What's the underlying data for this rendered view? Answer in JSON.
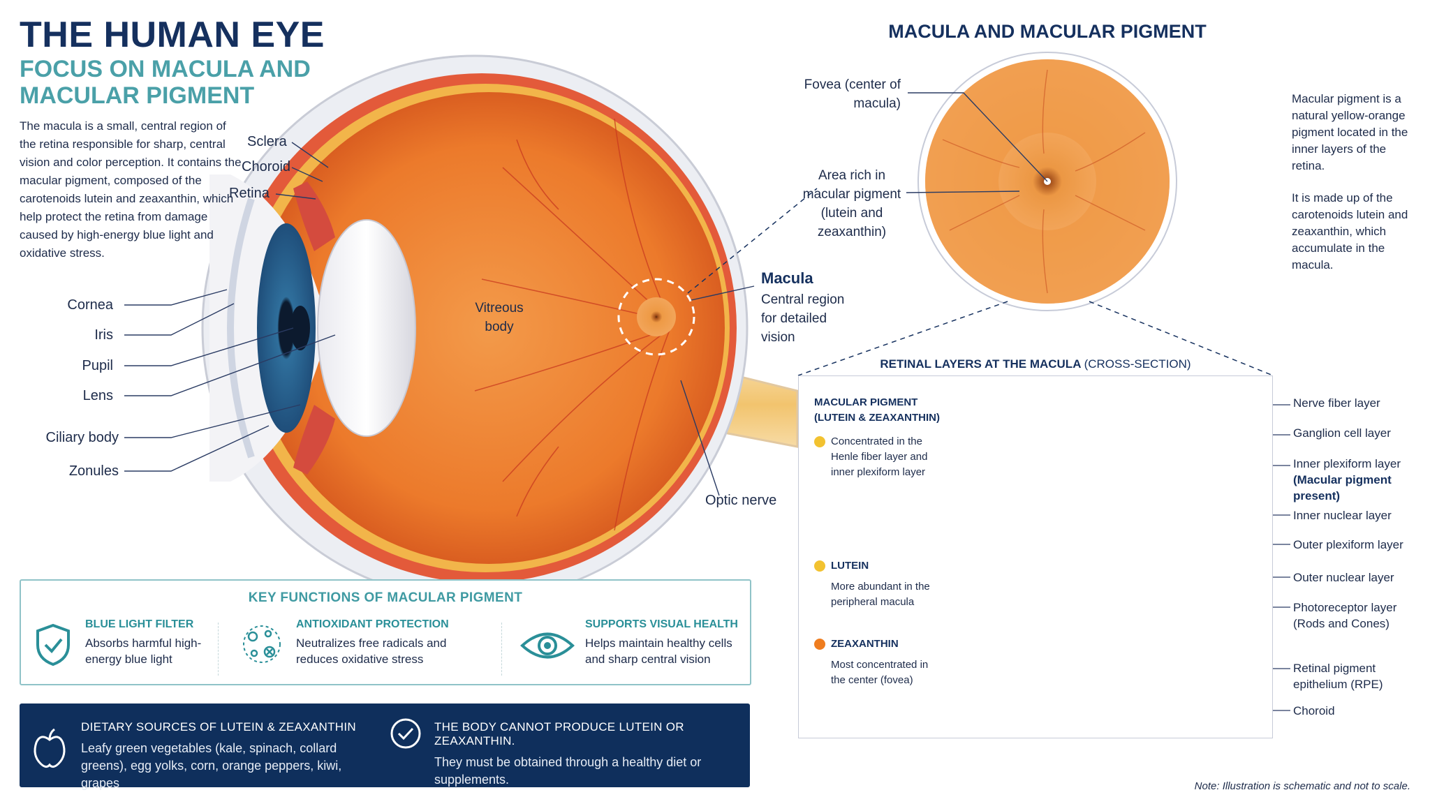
{
  "header": {
    "title": "THE HUMAN EYE",
    "subtitle": "FOCUS ON MACULA AND MACULAR PIGMENT",
    "intro": "The macula is a small, central region of the retina responsible for sharp, central vision and color perception. It contains the macular pigment, composed of the carotenoids lutein and zeaxanthin, which help protect the retina from damage caused by high-energy blue light and oxidative stress."
  },
  "eye_labels": {
    "sclera": "Sclera",
    "choroid": "Choroid",
    "retina": "Retina",
    "cornea": "Cornea",
    "iris": "Iris",
    "pupil": "Pupil",
    "lens": "Lens",
    "ciliary_body": "Ciliary body",
    "zonules": "Zonules",
    "vitreous": "Vitreous body",
    "optic_nerve": "Optic nerve",
    "macula_title": "Macula",
    "macula_desc": "Central region for detailed vision"
  },
  "macula_panel": {
    "title": "MACULA AND MACULAR PIGMENT",
    "fovea_label": "Fovea (center of macula)",
    "rich_label": "Area rich in macular pigment (lutein and zeaxanthin)",
    "note_1": "Macular pigment is a natural yellow-orange pigment located in the inner layers of the retina.",
    "note_2": "It is made up of the carotenoids lutein and zeaxanthin, which accumulate in the macula."
  },
  "cross_section": {
    "title": "RETINAL LAYERS AT THE MACULA",
    "title_suffix": "(CROSS-SECTION)",
    "pigment_heading": "MACULAR PIGMENT (LUTEIN & ZEAXANTHIN)",
    "pigment_text": "Concentrated in the Henle fiber layer and inner plexiform layer",
    "lutein_heading": "LUTEIN",
    "lutein_text": "More abundant in the peripheral macula",
    "zeaxanthin_heading": "ZEAXANTHIN",
    "zeaxanthin_text": "Most concentrated in the center (fovea)",
    "layers": [
      "Nerve fiber layer",
      "Ganglion cell layer",
      "Inner plexiform layer",
      "Inner nuclear layer",
      "Outer plexiform layer",
      "Outer nuclear layer",
      "Photoreceptor layer (Rods and Cones)",
      "Retinal pigment epithelium (RPE)",
      "Choroid"
    ],
    "ipl_note": "(Macular pigment present)"
  },
  "key_functions": {
    "title": "KEY FUNCTIONS OF MACULAR PIGMENT",
    "items": [
      {
        "heading": "BLUE LIGHT FILTER",
        "text": "Absorbs harmful high-energy blue light",
        "icon": "shield-check-icon"
      },
      {
        "heading": "ANTIOXIDANT PROTECTION",
        "text": "Neutralizes free radicals and reduces oxidative stress",
        "icon": "molecule-icon"
      },
      {
        "heading": "SUPPORTS VISUAL HEALTH",
        "text": "Helps maintain healthy cells and sharp central vision",
        "icon": "eye-icon"
      }
    ]
  },
  "dietary": {
    "heading": "DIETARY SOURCES OF LUTEIN & ZEAXANTHIN",
    "text": "Leafy green vegetables (kale, spinach, collard greens), egg yolks, corn, orange peppers, kiwi, grapes",
    "heading_2": "THE BODY CANNOT PRODUCE LUTEIN OR ZEAXANTHIN.",
    "text_2": "They must be obtained through a healthy diet or supplements."
  },
  "footer": {
    "note": "Note: Illustration is schematic and not to scale."
  },
  "colors": {
    "navy": "#15305e",
    "teal": "#4aa0a8",
    "retina_orange": "#e8742a",
    "lutein_yellow": "#f2c230",
    "zeaxanthin_orange": "#ef7d1f"
  }
}
